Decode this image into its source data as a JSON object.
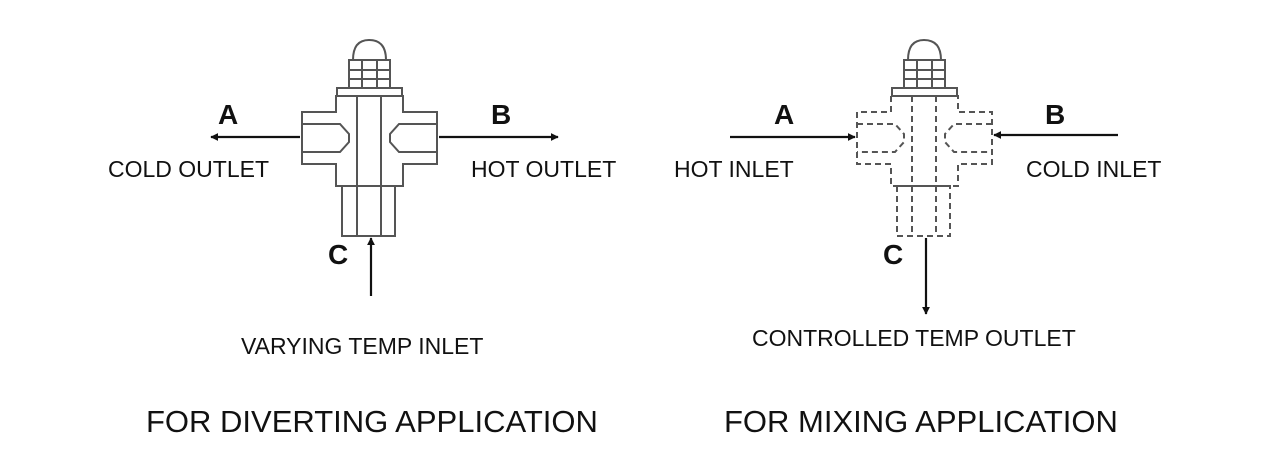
{
  "diverting": {
    "port_a": "A",
    "port_b": "B",
    "port_c": "C",
    "label_a": "COLD OUTLET",
    "label_b": "HOT OUTLET",
    "label_c": "VARYING TEMP INLET",
    "title": "FOR DIVERTING APPLICATION"
  },
  "mixing": {
    "port_a": "A",
    "port_b": "B",
    "port_c": "C",
    "label_a": "HOT INLET",
    "label_b": "COLD INLET",
    "label_c": "CONTROLLED TEMP OUTLET",
    "title": "FOR MIXING APPLICATION"
  },
  "colors": {
    "line": "#111111",
    "outline": "#555555",
    "background": "#ffffff"
  }
}
